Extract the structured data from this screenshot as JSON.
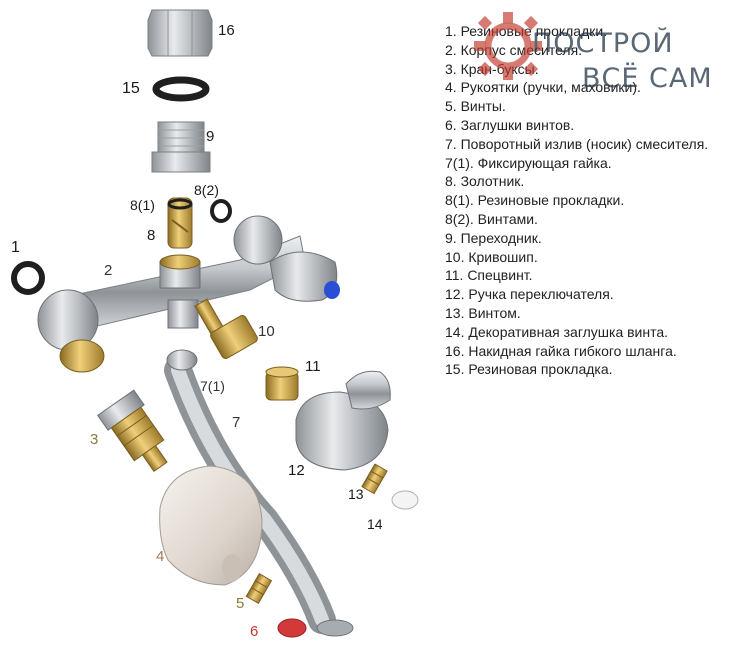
{
  "watermark": {
    "line1": "ПОСТРОЙ",
    "line2": "ВСЁ САМ",
    "gear_color": "#c0392b",
    "text_color": "#2c3e50"
  },
  "callouts": {
    "c1": "1",
    "c2": "2",
    "c3": "3",
    "c4": "4",
    "c5": "5",
    "c6": "6",
    "c7": "7",
    "c7_1": "7(1)",
    "c8": "8",
    "c8_1": "8(1)",
    "c8_2": "8(2)",
    "c9": "9",
    "c10": "10",
    "c11": "11",
    "c12": "12",
    "c13": "13",
    "c14": "14",
    "c15": "15",
    "c16": "16"
  },
  "legend": [
    "1. Резиновые прокладки.",
    "2. Корпус смесителя.",
    "3. Кран-буксы.",
    "4. Рукоятки (ручки, маховики).",
    "5. Винты.",
    "6. Заглушки винтов.",
    "7. Поворотный излив (носик) смесителя.",
    "7(1). Фиксирующая гайка.",
    "8. Золотник.",
    "8(1). Резиновые прокладки.",
    "8(2). Винтами.",
    "9. Переходник.",
    "10. Кривошип.",
    "11. Спецвинт.",
    "12. Ручка переключателя.",
    "13. Винтом.",
    "14. Декоративная заглушка винта.",
    "16. Накидная гайка гибкого шланга.",
    "15. Резиновая прокладка."
  ],
  "colors": {
    "chrome": "#b9bcc0",
    "brass": "#c9a24a",
    "blue_cap": "#2a4fd6",
    "red_cap": "#d23a3a",
    "rubber": "#1f1f1f"
  }
}
